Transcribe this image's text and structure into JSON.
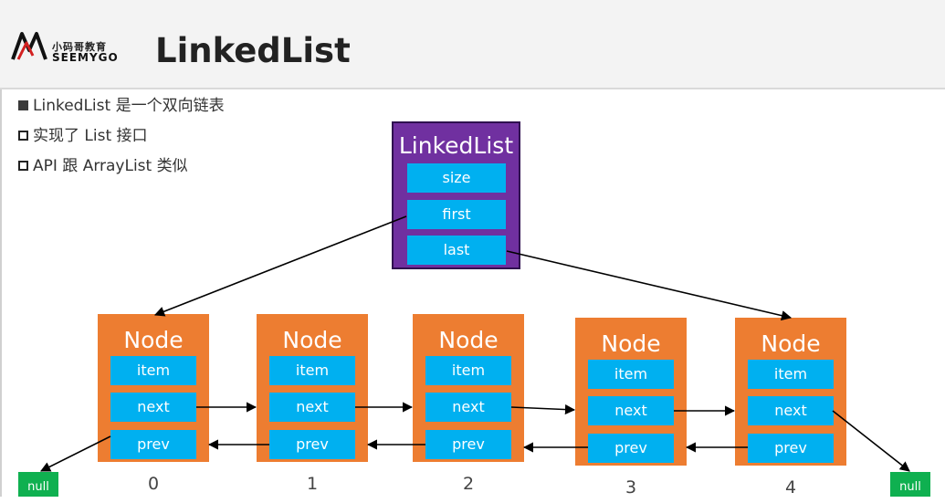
{
  "header": {
    "brand_cn": "小码哥教育",
    "brand_en": "SEEMYGO",
    "title": "LinkedList"
  },
  "bullets": [
    {
      "marker": "filled-square",
      "text": "LinkedList 是一个双向链表"
    },
    {
      "marker": "hollow-square",
      "text": "实现了 List 接口"
    },
    {
      "marker": "hollow-square",
      "text": "API 跟 ArrayList 类似"
    }
  ],
  "linkedlist": {
    "title": "LinkedList",
    "fields": [
      "size",
      "first",
      "last"
    ]
  },
  "nodes": [
    {
      "title": "Node",
      "index": "0",
      "fields": [
        "item",
        "next",
        "prev"
      ]
    },
    {
      "title": "Node",
      "index": "1",
      "fields": [
        "item",
        "next",
        "prev"
      ]
    },
    {
      "title": "Node",
      "index": "2",
      "fields": [
        "item",
        "next",
        "prev"
      ]
    },
    {
      "title": "Node",
      "index": "3",
      "fields": [
        "item",
        "next",
        "prev"
      ]
    },
    {
      "title": "Node",
      "index": "4",
      "fields": [
        "item",
        "next",
        "prev"
      ]
    }
  ],
  "nulls": [
    "null",
    "null"
  ],
  "colors": {
    "linkedlist_box": "#7030a0",
    "node_box": "#ed7d31",
    "field": "#00b0f0",
    "null_box": "#0fb050"
  }
}
